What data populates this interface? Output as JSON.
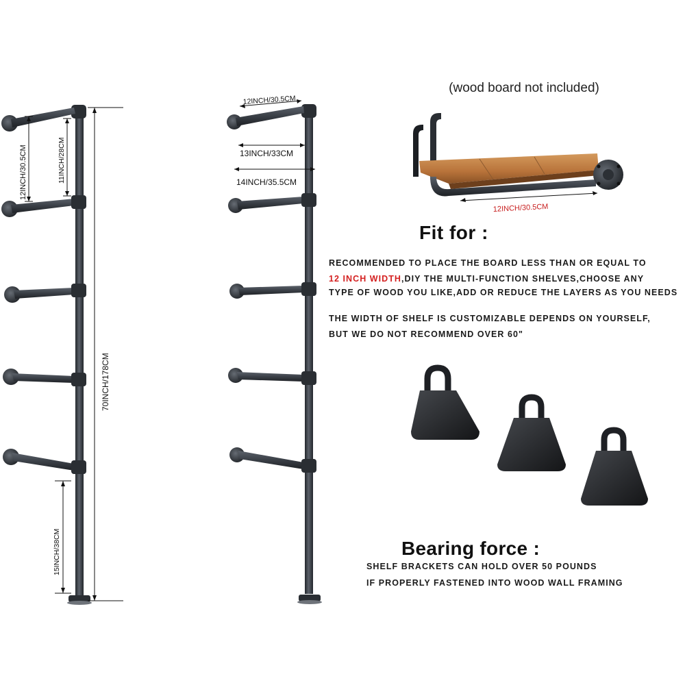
{
  "labels": {
    "shelf_spacing_left": "12INCH/30.5CM",
    "inner_spacing_left": "11INCH/28CM",
    "total_height": "70INCH/178CM",
    "bottom_spacing": "15INCH/38CM",
    "arm_length_top": "12INCH/30.5CM",
    "arm_length_mid": "13INCH/33CM",
    "arm_length_long": "14INCH/35.5CM",
    "board_length": "12INCH/30.5CM"
  },
  "wood_note": "(wood board not included)",
  "fit_for": {
    "heading": "Fit for :",
    "line1": "RECOMMENDED TO PLACE THE BOARD LESS THAN OR EQUAL TO",
    "line2_highlight": "12 INCH WIDTH",
    "line2_rest": ",DIY THE MULTI-FUNCTION SHELVES,CHOOSE ANY",
    "line3": "TYPE OF WOOD YOU LIKE,ADD OR REDUCE THE LAYERS AS YOU NEEDS",
    "line4": "THE WIDTH OF SHELF IS CUSTOMIZABLE DEPENDS ON YOURSELF,",
    "line5": "BUT WE DO NOT RECOMMEND OVER 60\""
  },
  "bearing": {
    "heading": "Bearing force :",
    "line1": "SHELF BRACKETS CAN HOLD OVER 50 POUNDS",
    "line2": "IF PROPERLY FASTENED INTO WOOD WALL FRAMING"
  },
  "colors": {
    "pipe": "#3d4249",
    "pipe_dark": "#24282d",
    "wood": "#b8733a",
    "weight": "#2a2c2f",
    "highlight": "#d42020"
  }
}
